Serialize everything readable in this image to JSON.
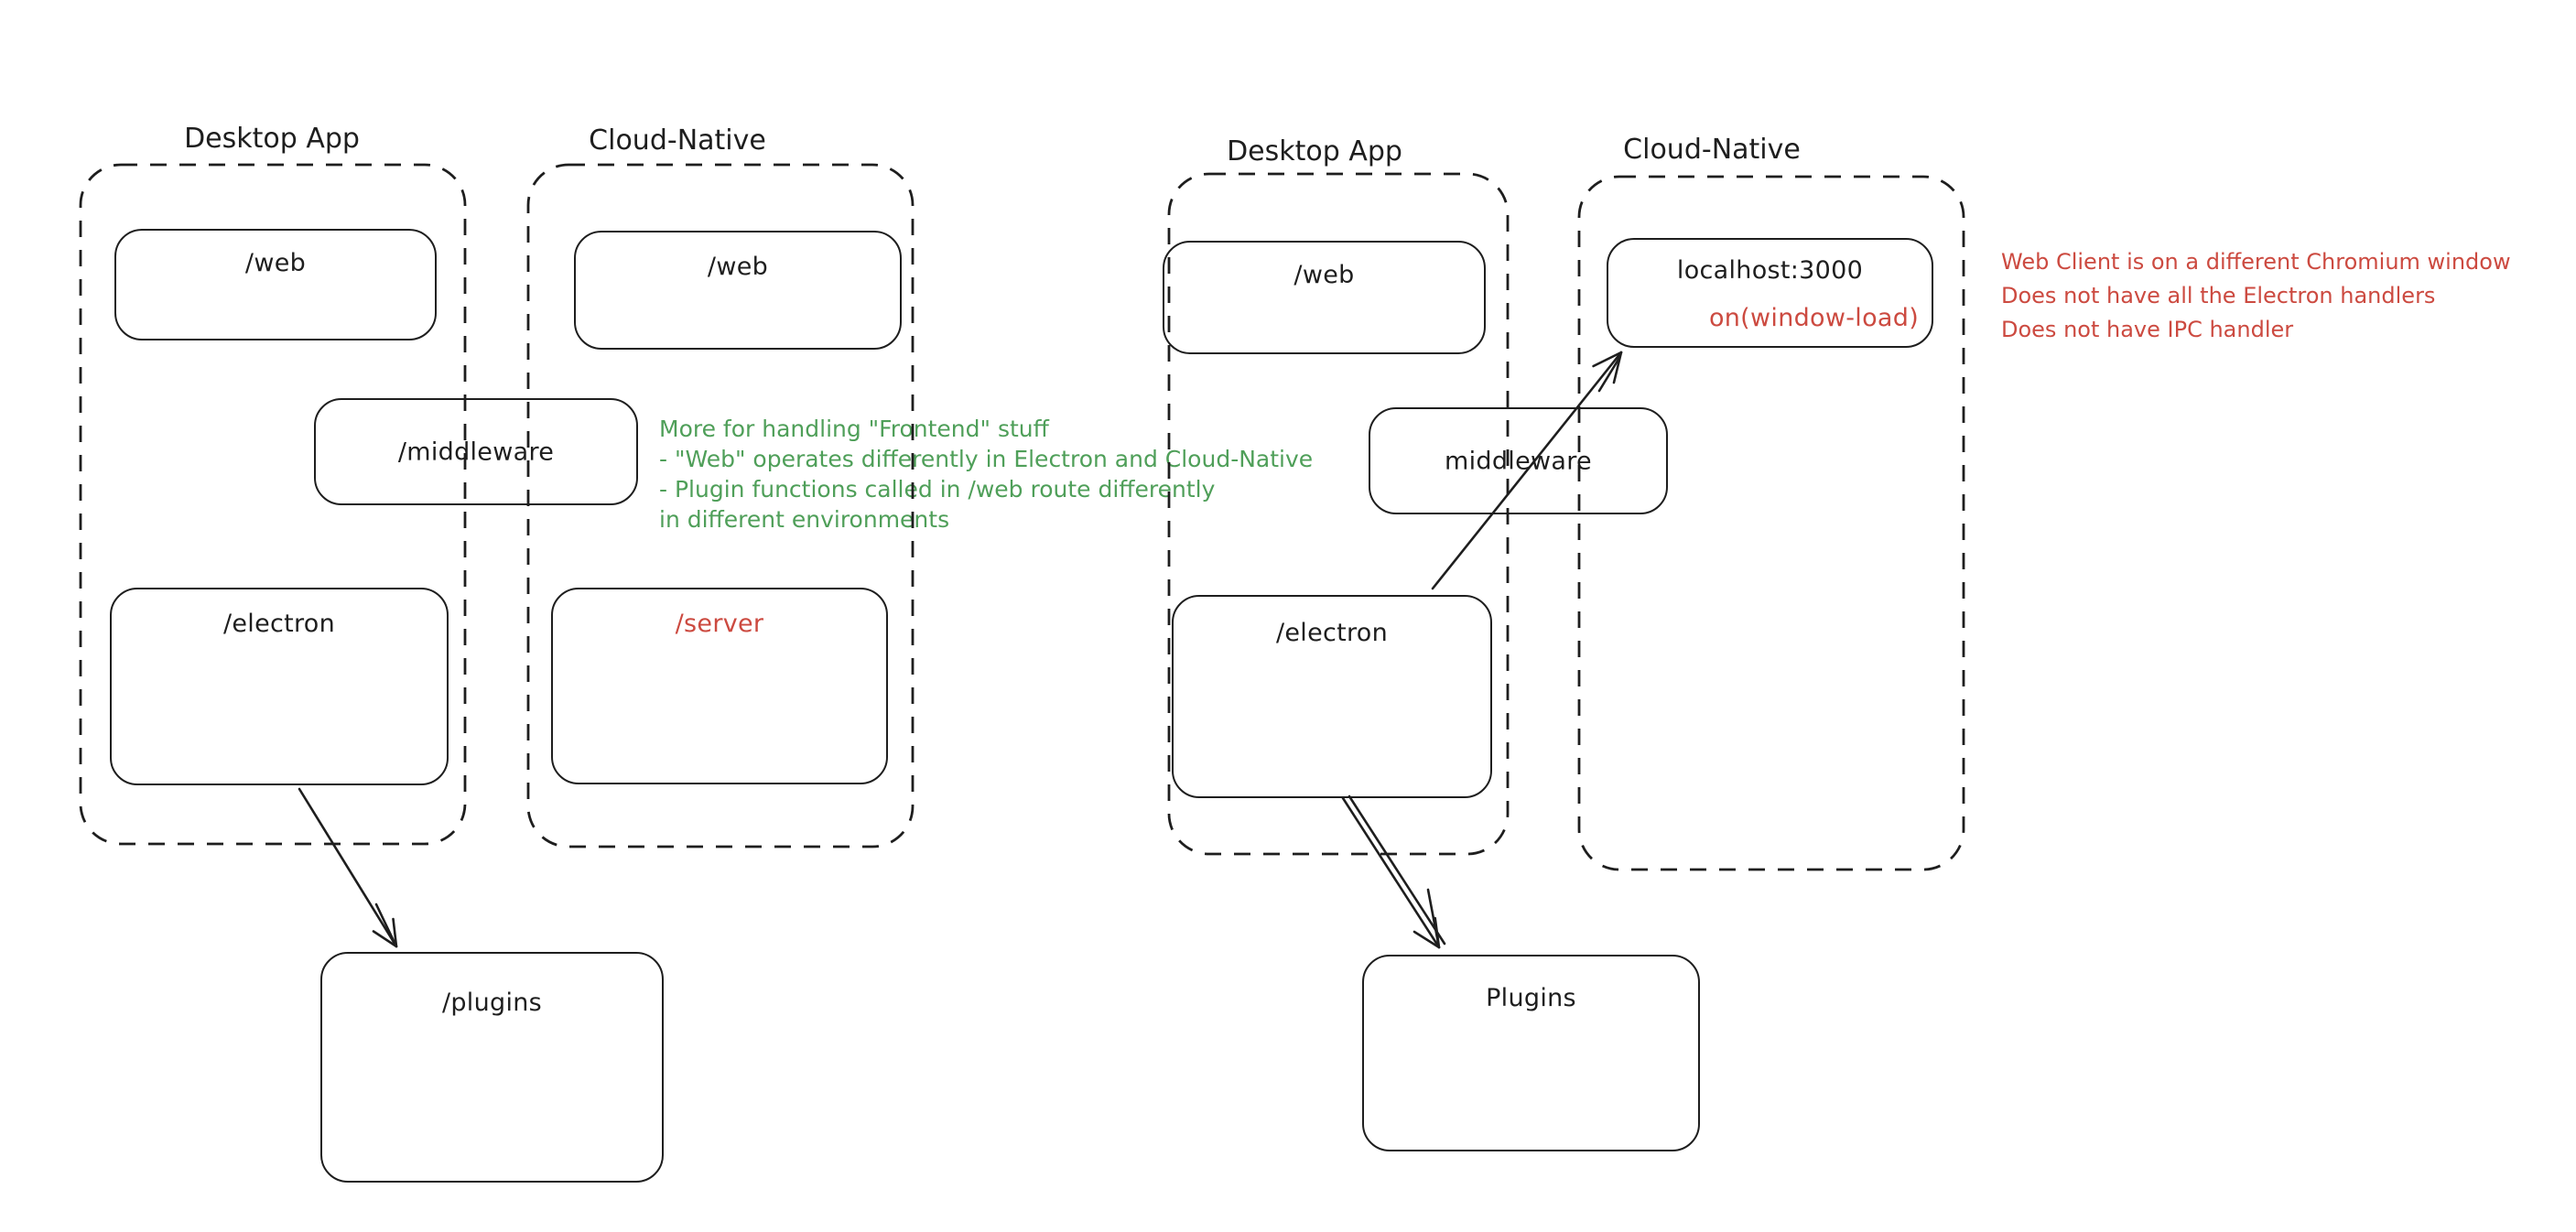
{
  "colors": {
    "ink": "#1e1e1e",
    "red_accent": "#cc4a40",
    "green_accent": "#4f9f59",
    "background": "#ffffff"
  },
  "left_diagram": {
    "desktop_title": "Desktop App",
    "cloud_title": "Cloud-Native",
    "web_desktop_label": "/web",
    "web_cloud_label": "/web",
    "middleware_label": "/middleware",
    "electron_label": "/electron",
    "server_label": "/server",
    "plugins_label": "/plugins",
    "note_lines": [
      "More for handling \"Frontend\" stuff",
      "- \"Web\" operates differently in Electron and Cloud-Native",
      "- Plugin functions called in /web route differently",
      "in different environments"
    ]
  },
  "right_diagram": {
    "desktop_title": "Desktop App",
    "cloud_title": "Cloud-Native",
    "web_label": "/web",
    "localhost_label": "localhost:3000",
    "on_window_load_label": "on(window-load)",
    "middleware_label": "middleware",
    "electron_label": "/electron",
    "plugins_label": "Plugins",
    "note_lines": [
      "Web Client is on a different Chromium window",
      "Does not have all the Electron handlers",
      "Does not have IPC handler"
    ]
  }
}
